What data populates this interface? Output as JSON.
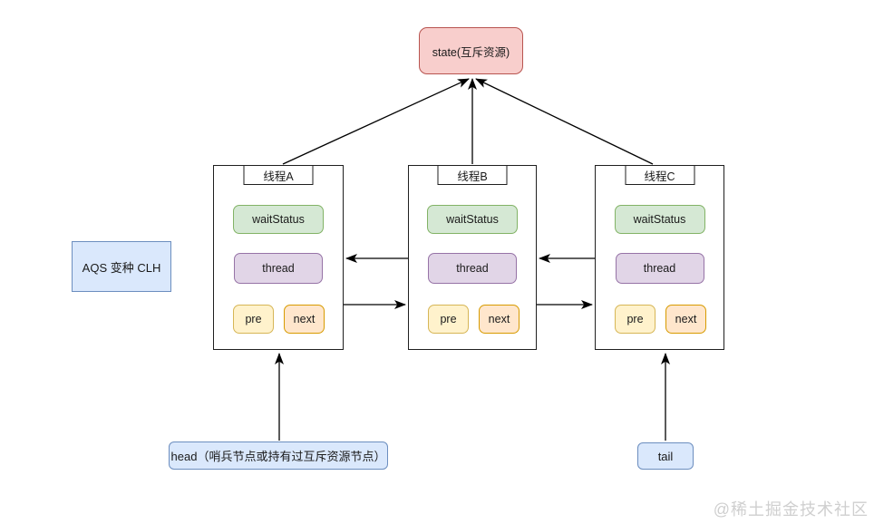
{
  "diagram": {
    "state_box": {
      "label": "state(互斥资源)"
    },
    "side_label": {
      "label": "AQS 变种 CLH"
    },
    "nodes": [
      {
        "title": "线程A",
        "wait_status": "waitStatus",
        "thread": "thread",
        "pre": "pre",
        "next": "next"
      },
      {
        "title": "线程B",
        "wait_status": "waitStatus",
        "thread": "thread",
        "pre": "pre",
        "next": "next"
      },
      {
        "title": "线程C",
        "wait_status": "waitStatus",
        "thread": "thread",
        "pre": "pre",
        "next": "next"
      }
    ],
    "head_box": {
      "label": "head（哨兵节点或持有过互斥资源节点）"
    },
    "tail_box": {
      "label": "tail"
    },
    "watermark": "@稀土掘金技术社区",
    "colors": {
      "state_fill": "#f8cecc",
      "state_stroke": "#b85450",
      "wait_status_fill": "#d5e8d4",
      "wait_status_stroke": "#82b366",
      "thread_fill": "#e1d5e7",
      "thread_stroke": "#9673a6",
      "pre_fill": "#fff2cc",
      "pre_stroke": "#d6b656",
      "next_fill": "#ffe6cc",
      "next_stroke": "#d79b00",
      "label_fill": "#dae8fc",
      "label_stroke": "#6c8ebf",
      "line": "#000000"
    }
  }
}
